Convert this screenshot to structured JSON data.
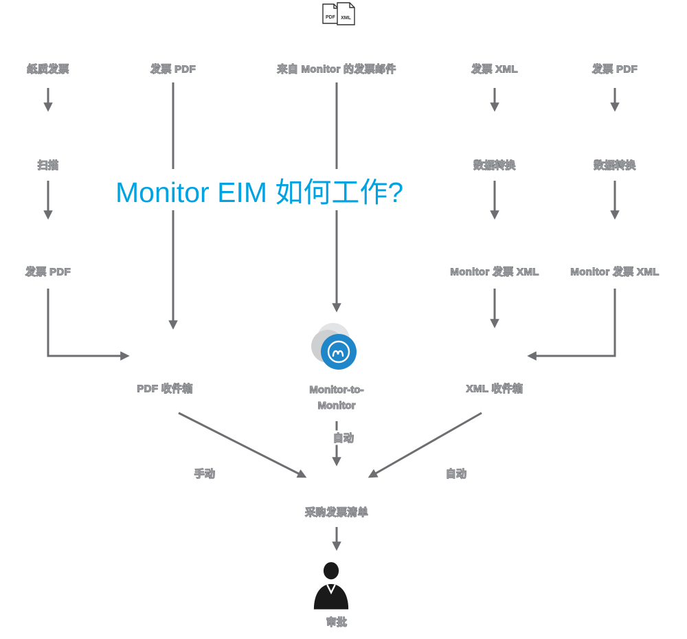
{
  "title": "Monitor EIM 如何工作?",
  "doc_icon": {
    "pdf": "PDF",
    "xml": "XML"
  },
  "col1": {
    "source": "纸质发票",
    "step1": "扫描",
    "step2": "发票 PDF"
  },
  "col2": {
    "source": "发票 PDF"
  },
  "col3": {
    "source": "来自 Monitor 的发票邮件"
  },
  "col4": {
    "source": "发票 XML",
    "step1": "数据转换",
    "step2": "Monitor 发票 XML"
  },
  "col5": {
    "source": "发票 PDF",
    "step1": "数据转换",
    "step2": "Monitor 发票 XML"
  },
  "inbox_pdf": "PDF 收件箱",
  "m2m": {
    "line1": "Monitor-to-",
    "line2": "Monitor"
  },
  "inbox_xml": "XML 收件箱",
  "flow_labels": {
    "manual": "手动",
    "auto_center": "自动",
    "auto_right": "自动"
  },
  "list": "采购发票清单",
  "approval": "审批",
  "colors": {
    "title_blue": "#00A3E2",
    "logo_blue": "#1F87C9",
    "arrow_gray": "#6D6E71",
    "label_gray": "#9B9DA0",
    "person_dark": "#1A1A1A"
  }
}
